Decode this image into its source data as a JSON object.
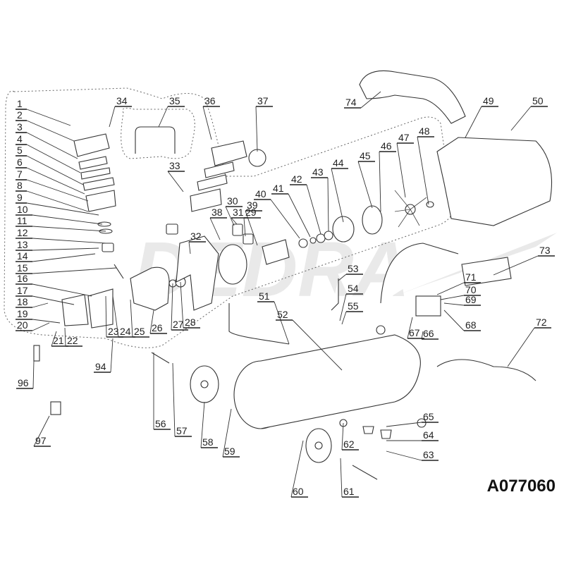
{
  "diagram": {
    "title_code": "A077060",
    "watermark": "DEDRA",
    "callouts": [
      {
        "id": "1"
      },
      {
        "id": "2"
      },
      {
        "id": "3"
      },
      {
        "id": "4"
      },
      {
        "id": "5"
      },
      {
        "id": "6"
      },
      {
        "id": "7"
      },
      {
        "id": "8"
      },
      {
        "id": "9"
      },
      {
        "id": "10"
      },
      {
        "id": "11"
      },
      {
        "id": "12"
      },
      {
        "id": "13"
      },
      {
        "id": "14"
      },
      {
        "id": "15"
      },
      {
        "id": "16"
      },
      {
        "id": "17"
      },
      {
        "id": "18"
      },
      {
        "id": "19"
      },
      {
        "id": "20"
      },
      {
        "id": "21"
      },
      {
        "id": "22"
      },
      {
        "id": "23"
      },
      {
        "id": "24"
      },
      {
        "id": "25"
      },
      {
        "id": "26"
      },
      {
        "id": "27"
      },
      {
        "id": "28"
      },
      {
        "id": "29"
      },
      {
        "id": "30"
      },
      {
        "id": "31"
      },
      {
        "id": "32"
      },
      {
        "id": "33"
      },
      {
        "id": "34"
      },
      {
        "id": "35"
      },
      {
        "id": "36"
      },
      {
        "id": "37"
      },
      {
        "id": "38"
      },
      {
        "id": "39"
      },
      {
        "id": "40"
      },
      {
        "id": "41"
      },
      {
        "id": "42"
      },
      {
        "id": "43"
      },
      {
        "id": "44"
      },
      {
        "id": "45"
      },
      {
        "id": "46"
      },
      {
        "id": "47"
      },
      {
        "id": "48"
      },
      {
        "id": "49"
      },
      {
        "id": "50"
      },
      {
        "id": "51"
      },
      {
        "id": "52"
      },
      {
        "id": "53"
      },
      {
        "id": "54"
      },
      {
        "id": "55"
      },
      {
        "id": "56"
      },
      {
        "id": "57"
      },
      {
        "id": "58"
      },
      {
        "id": "59"
      },
      {
        "id": "60"
      },
      {
        "id": "61"
      },
      {
        "id": "62"
      },
      {
        "id": "63"
      },
      {
        "id": "64"
      },
      {
        "id": "65"
      },
      {
        "id": "66"
      },
      {
        "id": "67"
      },
      {
        "id": "68"
      },
      {
        "id": "69"
      },
      {
        "id": "70"
      },
      {
        "id": "71"
      },
      {
        "id": "72"
      },
      {
        "id": "73"
      },
      {
        "id": "74"
      },
      {
        "id": "94"
      },
      {
        "id": "96"
      },
      {
        "id": "97"
      }
    ]
  }
}
